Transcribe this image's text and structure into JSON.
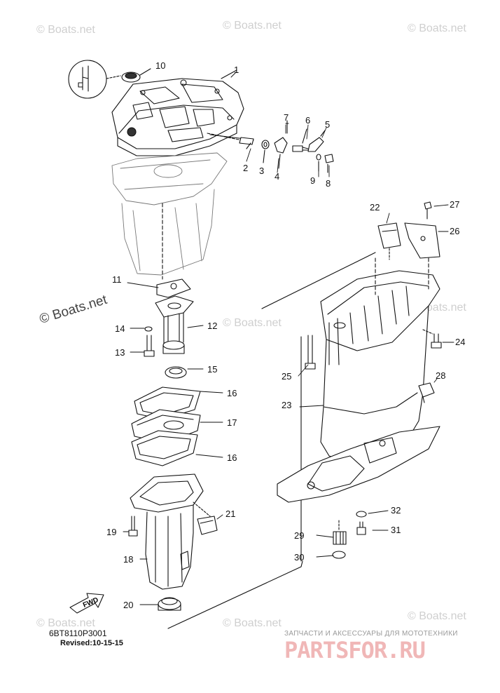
{
  "watermarks": {
    "text": "© Boats.net",
    "feature_text": "© Boats.net"
  },
  "callouts": {
    "p1": "1",
    "p2": "2",
    "p3": "3",
    "p4": "4",
    "p5": "5",
    "p6": "6",
    "p7": "7",
    "p8": "8",
    "p9": "9",
    "p10": "10",
    "p11": "11",
    "p12": "12",
    "p13": "13",
    "p14": "14",
    "p15": "15",
    "p16a": "16",
    "p16b": "16",
    "p17": "17",
    "p18": "18",
    "p19": "19",
    "p20": "20",
    "p21": "21",
    "p22": "22",
    "p23": "23",
    "p24": "24",
    "p25": "25",
    "p26": "26",
    "p27": "27",
    "p28": "28",
    "p29": "29",
    "p30": "30",
    "p31": "31",
    "p32": "32"
  },
  "fwd_label": "FWD",
  "diagram_code": "6BT8110P3001",
  "revision": "Revised:10-15-15",
  "promo_line": "ЗАПЧАСТИ И АКСЕССУАРЫ ДЛЯ МОТОТЕХНИКИ",
  "brand_logo": "PARTSFOR.RU"
}
